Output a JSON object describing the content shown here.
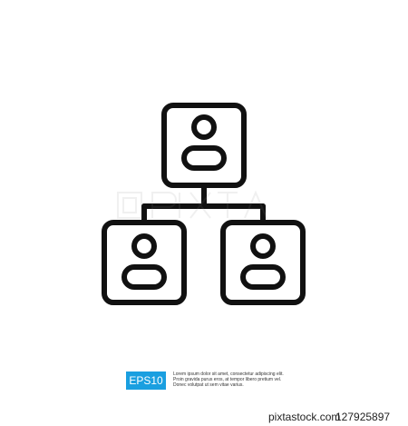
{
  "badge": {
    "label": "EPS10",
    "color": "#1a9fe0"
  },
  "description": {
    "lines": [
      "Lorem ipsum dolor sit amet, consectetur adipiscing elit.",
      "Proin gravida purus eros, at tempor libero pretium vel.",
      "Donec volutpat ut sem vitae varius."
    ]
  },
  "footer": {
    "site": "pixtastock.com",
    "id": "127925897"
  },
  "icon": {
    "name": "org-chart-icon",
    "stroke_color": "#111111"
  }
}
